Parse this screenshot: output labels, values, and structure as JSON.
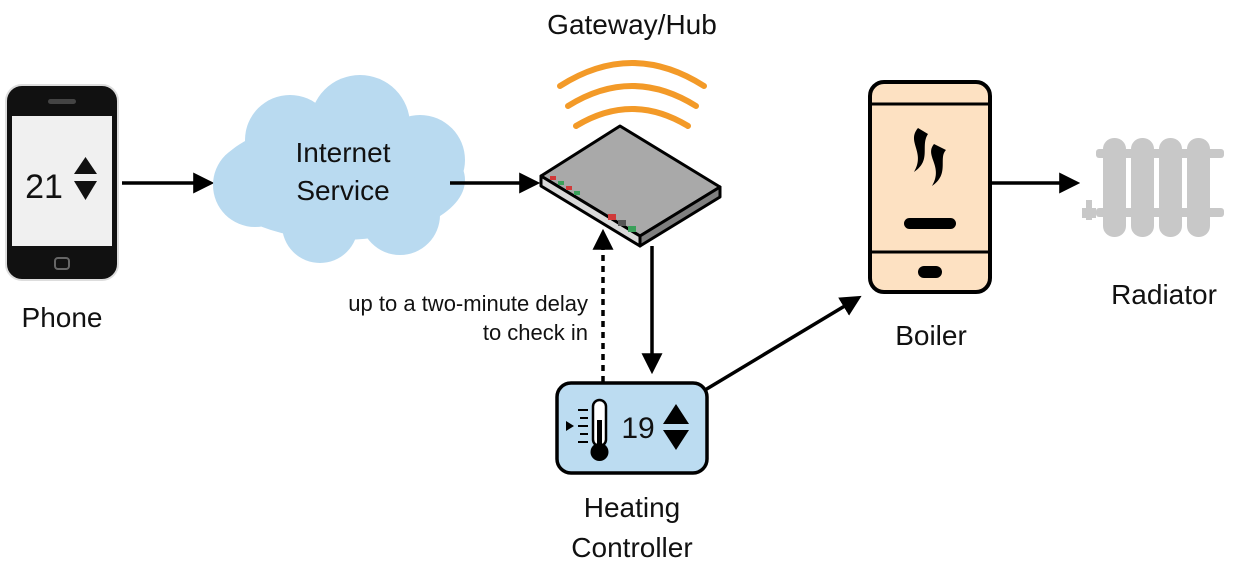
{
  "phone": {
    "label": "Phone",
    "setpoint": "21"
  },
  "cloud": {
    "line1": "Internet",
    "line2": "Service"
  },
  "gateway": {
    "label": "Gateway/Hub"
  },
  "delay_note": {
    "line1": "up to a two-minute delay",
    "line2": "to check in"
  },
  "controller": {
    "line1": "Heating",
    "line2": "Controller",
    "reading": "19"
  },
  "boiler": {
    "label": "Boiler"
  },
  "radiator": {
    "label": "Radiator"
  },
  "colors": {
    "wifi": "#f39a28",
    "cloud": "#b9daf0",
    "controller": "#bcdcf1",
    "boiler": "#fde1c2",
    "router_body": "#a9a9a9",
    "radiator": "#c8c8c8"
  }
}
